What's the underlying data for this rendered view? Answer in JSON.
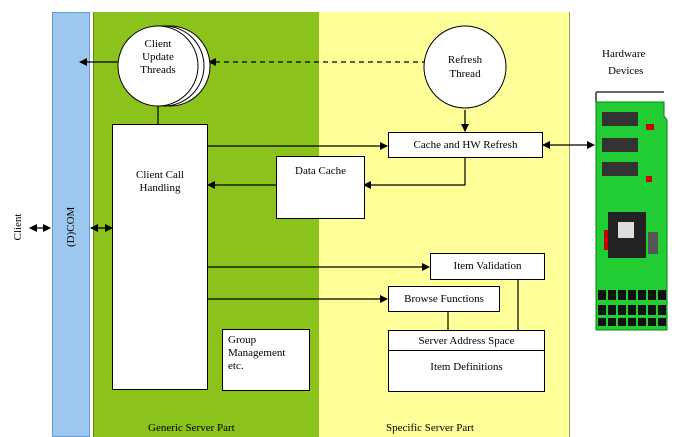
{
  "client_label": "Client",
  "com_label": "(D)COM",
  "generic_label": "Generic Server Part",
  "specific_label": "Specific Server Part",
  "hardware_label_line1": "Hardware",
  "hardware_label_line2": "Devices",
  "client_update_threads": [
    "Client",
    "Update",
    "Threads"
  ],
  "refresh_thread": [
    "Refresh",
    "Thread"
  ],
  "client_call_handling": [
    "Client Call",
    "Handling"
  ],
  "data_cache": "Data Cache",
  "cache_hw_refresh": "Cache and HW Refresh",
  "item_validation": "Item Validation",
  "browse_functions": "Browse Functions",
  "group_management": [
    "Group",
    "Management",
    "etc."
  ],
  "server_address_space": "Server Address Space",
  "item_definitions": "Item Definitions",
  "colors": {
    "com_bar": "#9cc8ef",
    "generic_part": "#8cc21c",
    "specific_part": "#ffff99",
    "pcb": "#22cc33"
  }
}
